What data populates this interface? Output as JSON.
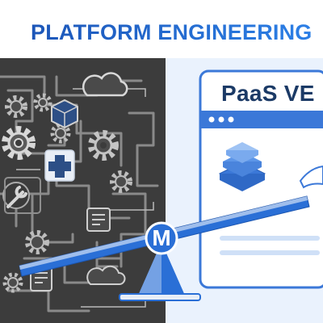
{
  "header": {
    "title": "PLATFORM ENGINEERING"
  },
  "window": {
    "title": "PaaS VE"
  },
  "scale": {
    "badge_letter": "M"
  },
  "colors": {
    "accent_blue": "#2a6fd6",
    "title_blue_dark": "#1c56b8",
    "dark_panel": "#3c3c3c",
    "light_panel": "#eaf2fd",
    "window_header": "#3b78d8"
  },
  "icons": {
    "left_panel": [
      "gear-icon",
      "cloud-icon",
      "cube-icon",
      "medical-cross-icon",
      "wrench-icon",
      "document-icon",
      "cloud-icon"
    ],
    "right_panel": [
      "layer-stack-icon",
      "speech-bubble-icon"
    ]
  }
}
